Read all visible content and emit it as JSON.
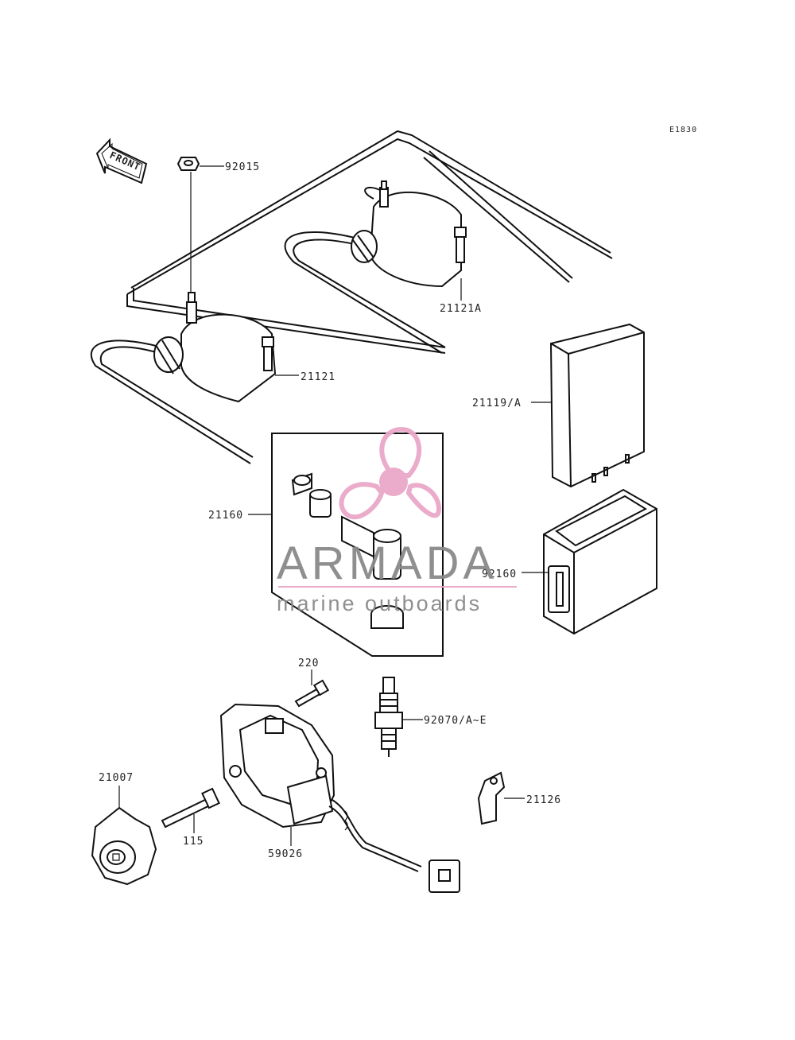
{
  "diagram": {
    "code": "E1830",
    "front_label": "FRONT",
    "labels": {
      "nut": "92015",
      "coil_rear": "21121A",
      "coil_front": "21121",
      "cdi_unit": "21119/A",
      "cap_kit": "21160",
      "holder": "92160",
      "bolt_220": "220",
      "spark_plug": "92070/A~E",
      "clamp": "21126",
      "rotor": "21007",
      "bolt_115": "115",
      "stator": "59026"
    }
  },
  "watermark": {
    "brand": "ARMADA",
    "tagline": "marine outboards",
    "colors": {
      "propeller": "#e9a8c8",
      "text": "#8a8a8a"
    }
  }
}
